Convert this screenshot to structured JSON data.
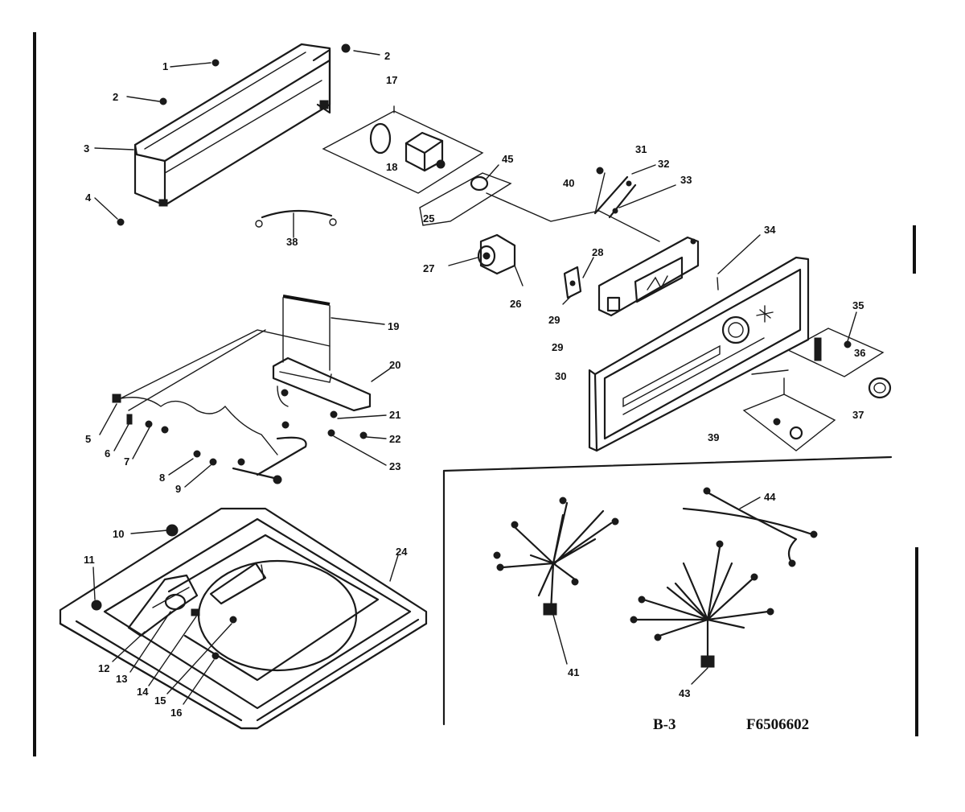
{
  "diagram": {
    "callouts": [
      {
        "id": "c1",
        "text": "1"
      },
      {
        "id": "c2a",
        "text": "2"
      },
      {
        "id": "c2b",
        "text": "2"
      },
      {
        "id": "c3",
        "text": "3"
      },
      {
        "id": "c4",
        "text": "4"
      },
      {
        "id": "c5",
        "text": "5"
      },
      {
        "id": "c6",
        "text": "6"
      },
      {
        "id": "c7",
        "text": "7"
      },
      {
        "id": "c8",
        "text": "8"
      },
      {
        "id": "c9",
        "text": "9"
      },
      {
        "id": "c10",
        "text": "10"
      },
      {
        "id": "c11",
        "text": "11"
      },
      {
        "id": "c12",
        "text": "12"
      },
      {
        "id": "c13",
        "text": "13"
      },
      {
        "id": "c14",
        "text": "14"
      },
      {
        "id": "c15",
        "text": "15"
      },
      {
        "id": "c16",
        "text": "16"
      },
      {
        "id": "c17",
        "text": "17"
      },
      {
        "id": "c18",
        "text": "18"
      },
      {
        "id": "c19",
        "text": "19"
      },
      {
        "id": "c20",
        "text": "20"
      },
      {
        "id": "c21",
        "text": "21"
      },
      {
        "id": "c22",
        "text": "22"
      },
      {
        "id": "c23",
        "text": "23"
      },
      {
        "id": "c24",
        "text": "24"
      },
      {
        "id": "c25",
        "text": "25"
      },
      {
        "id": "c26",
        "text": "26"
      },
      {
        "id": "c27",
        "text": "27"
      },
      {
        "id": "c28",
        "text": "28"
      },
      {
        "id": "c29a",
        "text": "29"
      },
      {
        "id": "c29b",
        "text": "29"
      },
      {
        "id": "c30",
        "text": "30"
      },
      {
        "id": "c31",
        "text": "31"
      },
      {
        "id": "c32",
        "text": "32"
      },
      {
        "id": "c33",
        "text": "33"
      },
      {
        "id": "c34",
        "text": "34"
      },
      {
        "id": "c35",
        "text": "35"
      },
      {
        "id": "c36",
        "text": "36"
      },
      {
        "id": "c37",
        "text": "37"
      },
      {
        "id": "c38",
        "text": "38"
      },
      {
        "id": "c39",
        "text": "39"
      },
      {
        "id": "c40",
        "text": "40"
      },
      {
        "id": "c41",
        "text": "41"
      },
      {
        "id": "c43",
        "text": "43"
      },
      {
        "id": "c44",
        "text": "44"
      },
      {
        "id": "c45",
        "text": "45"
      }
    ],
    "page_code": "B-3",
    "diagram_number": "F6506602"
  }
}
